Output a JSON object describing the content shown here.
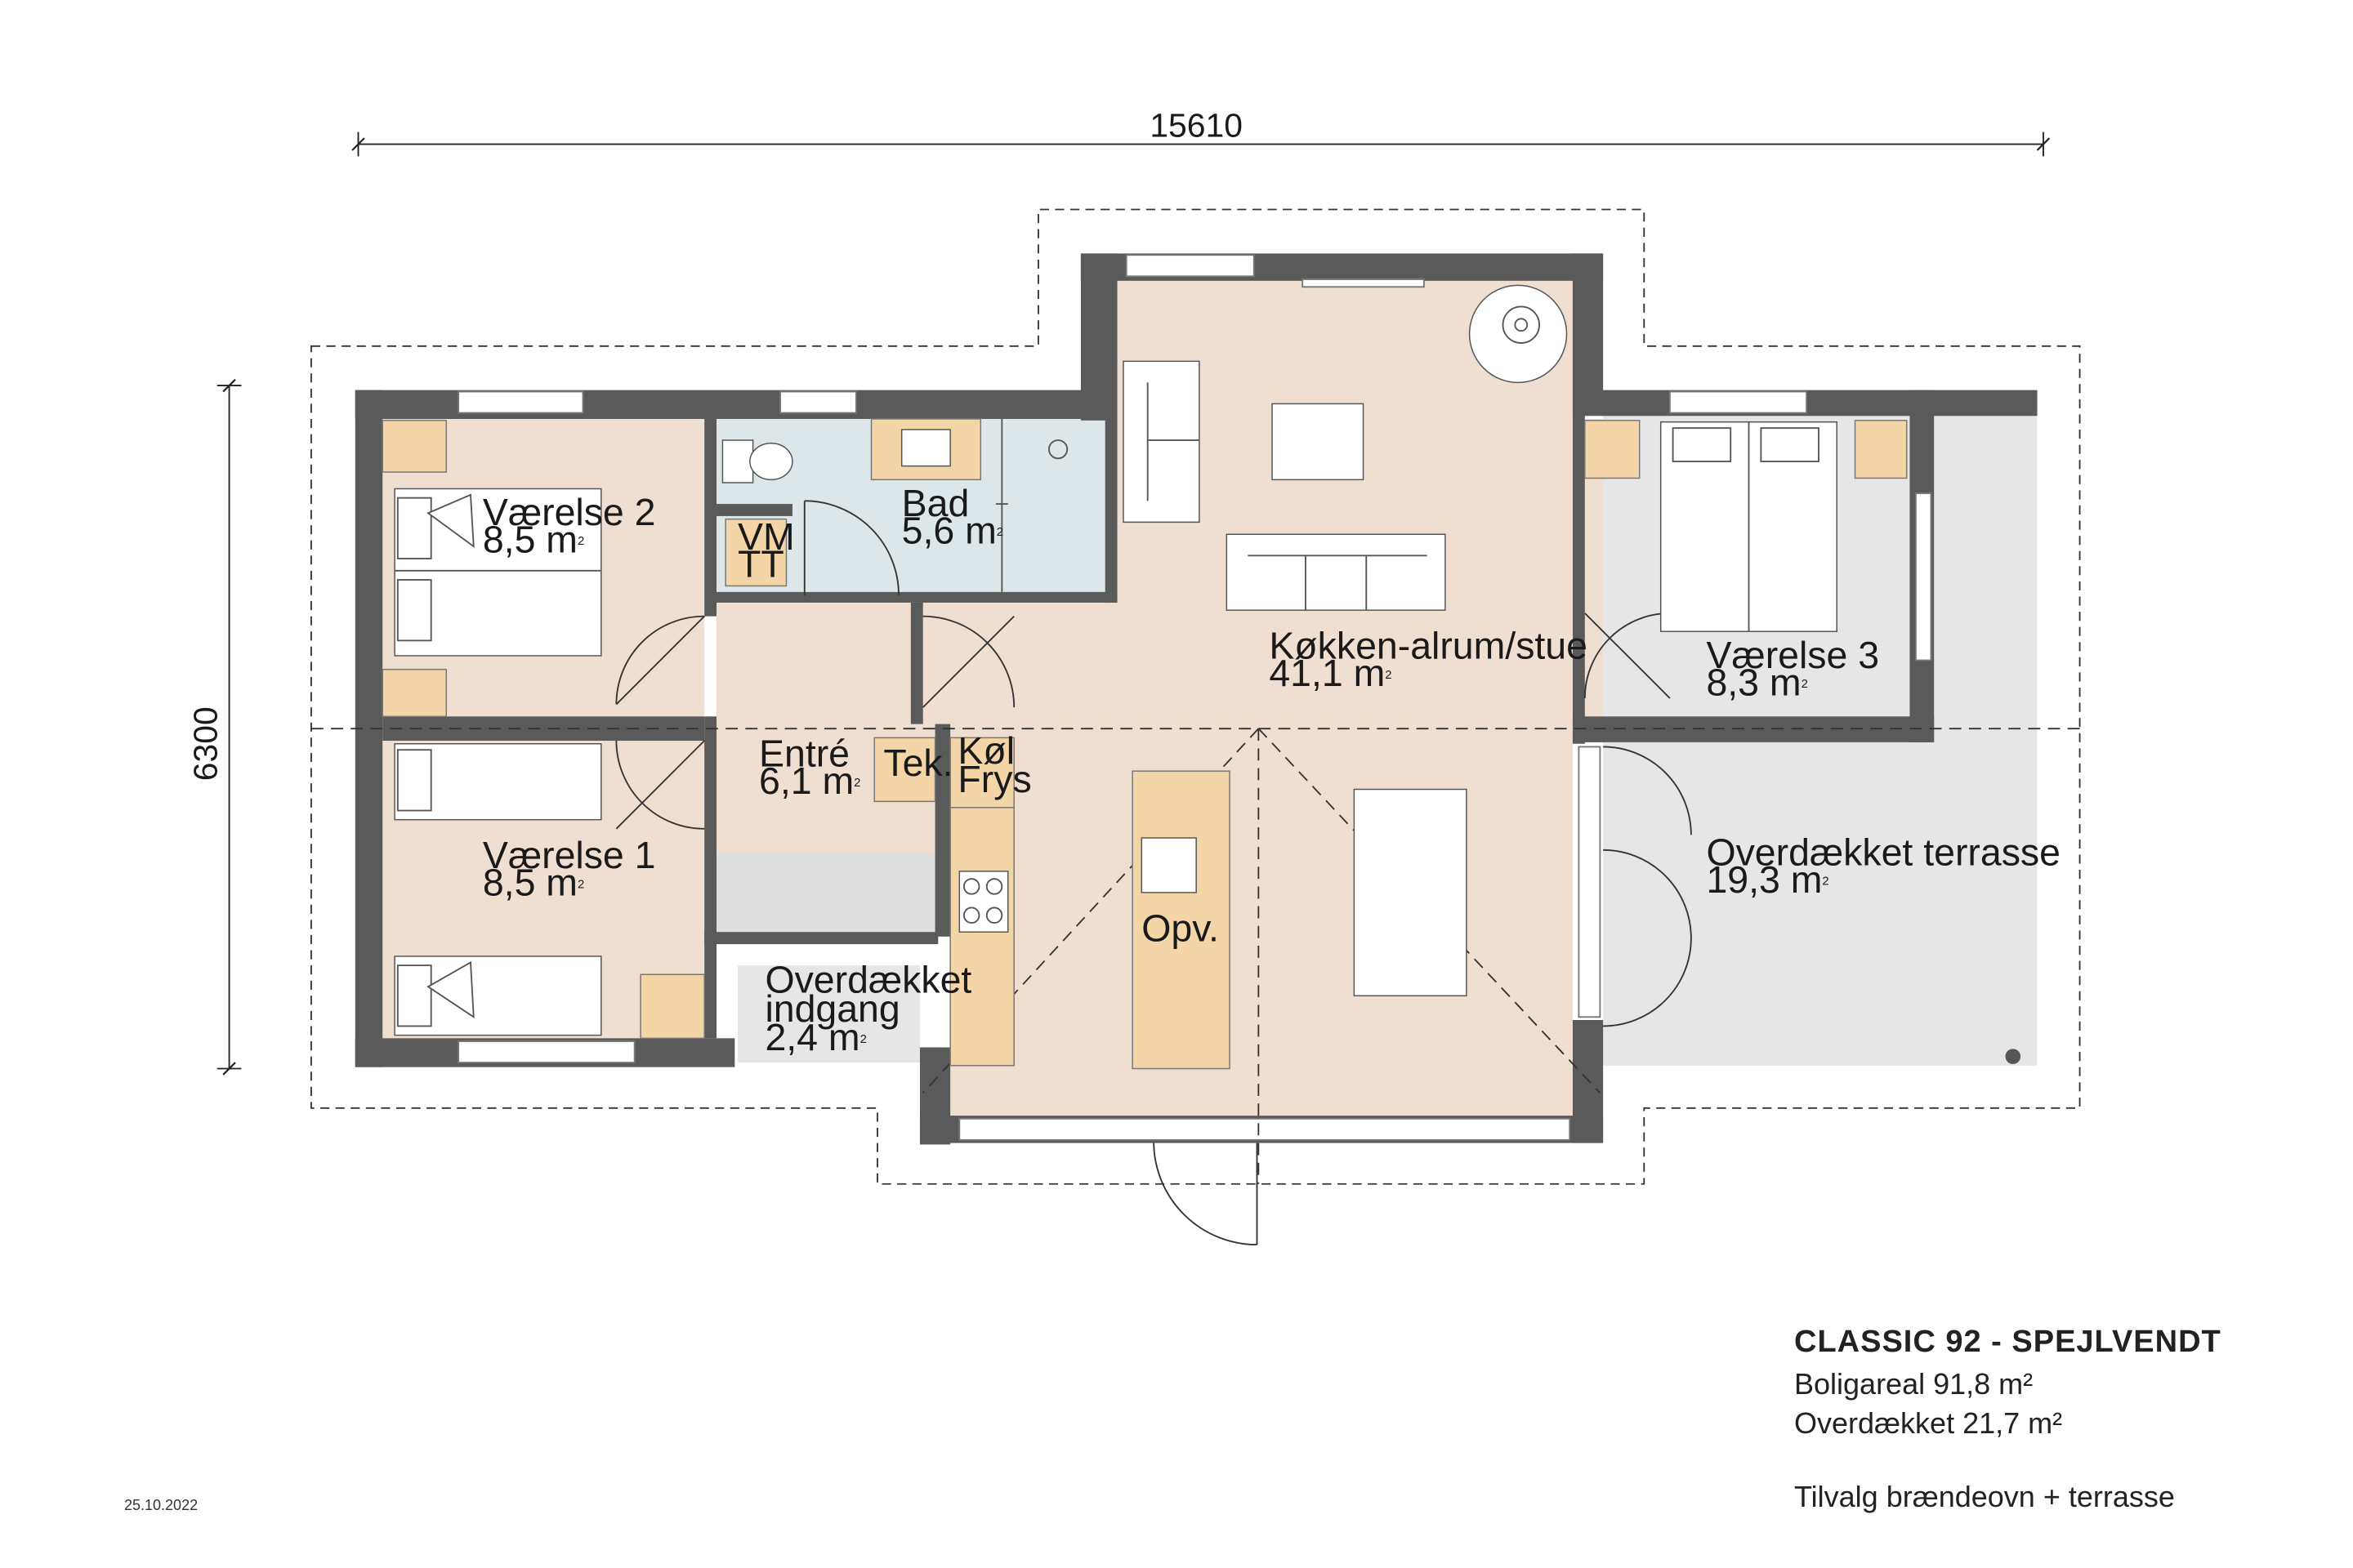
{
  "drawing": {
    "dimensions": {
      "width": "15610",
      "depth": "6300"
    },
    "rooms": [
      {
        "name": "Værelse 2",
        "area": "8,5 m",
        "sup": "2"
      },
      {
        "name": "Bad",
        "area": "5,6 m",
        "sup": "2"
      },
      {
        "name": "Køkken-alrum/stue",
        "area": "41,1 m",
        "sup": "2"
      },
      {
        "name": "Værelse 3",
        "area": "8,3 m",
        "sup": "2"
      },
      {
        "name": "Entré",
        "area": "6,1 m",
        "sup": "2"
      },
      {
        "name": "Værelse 1",
        "area": "8,5 m",
        "sup": "2"
      },
      {
        "name": "Overdækket terrasse",
        "area": "19,3 m",
        "sup": "2"
      },
      {
        "name": "Overdækket",
        "name2": "indgang",
        "area": "2,4 m",
        "sup": "2"
      }
    ],
    "fixtures": {
      "vm": "VM",
      "tt": "TT",
      "tek": "Tek.",
      "kol": "Køl",
      "frys": "Frys",
      "opv": "Opv."
    }
  },
  "info": {
    "title": "CLASSIC 92 - SPEJLVENDT",
    "living_area": "Boligareal 91,8 m²",
    "covered_area": "Overdækket 21,7 m²",
    "option": "Tilvalg brændeovn + terrasse"
  },
  "date": "25.10.2022",
  "colors": {
    "wall": "#5a5a5a",
    "room": "#eedfd0",
    "bath": "#dde7ea",
    "terrace": "#e6e6e6",
    "fixture": "#f3d5a7"
  }
}
